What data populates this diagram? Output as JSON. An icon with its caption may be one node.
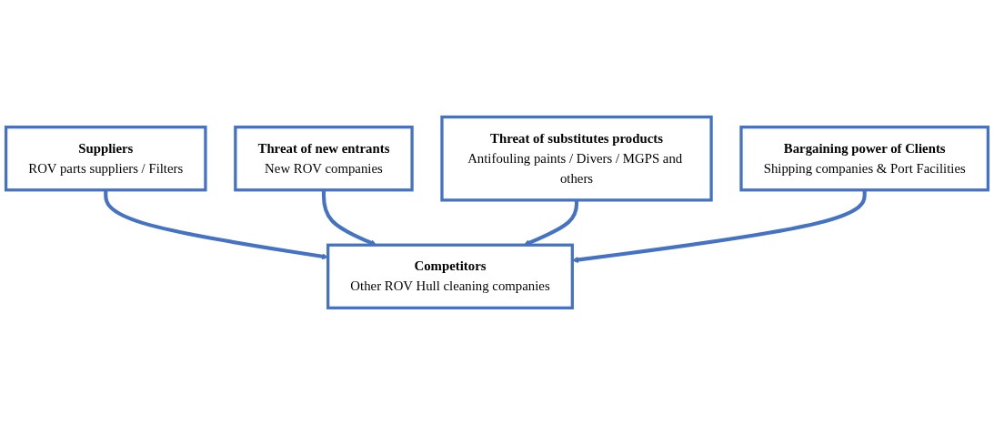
{
  "diagram": {
    "nodes": [
      {
        "text": [
          "Suppliers",
          "ROV parts suppliers / Filters"
        ]
      },
      {
        "text": [
          "Threat of new entrants",
          "New ROV companies"
        ]
      },
      {
        "text": [
          "Competitors",
          "Other ROV Hull cleaning companies"
        ]
      },
      {
        "text": [
          "Threat of substitutes products",
          "Antifouling paints / Divers / MGPS and others"
        ]
      },
      {
        "text": [
          "Bargaining power of Clients",
          "Shipping companies & Port Facilities"
        ]
      }
    ],
    "edges": [
      {
        "from": 0,
        "to": 2,
        "arrow": "to"
      },
      {
        "from": 1,
        "to": 2,
        "arrow": "to"
      },
      {
        "from": 3,
        "to": 2,
        "arrow": "to"
      },
      {
        "from": 4,
        "to": 2,
        "arrow": "to"
      }
    ]
  }
}
